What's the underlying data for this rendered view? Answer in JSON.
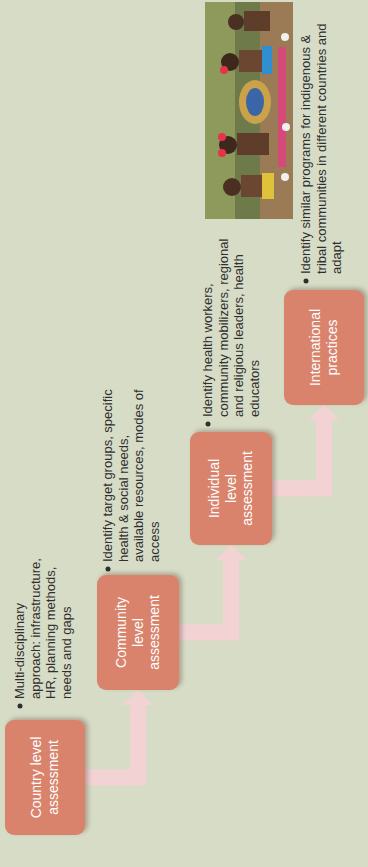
{
  "diagram": {
    "nodes": [
      {
        "text": [
          "Country level assessment"
        ]
      },
      {
        "text": [
          "Community level assessment"
        ]
      },
      {
        "text": [
          "Individual level assessment"
        ]
      },
      {
        "text": [
          "International practices"
        ]
      }
    ],
    "edges": [
      {
        "from": 0,
        "to": 1,
        "arrow": "to"
      },
      {
        "from": 1,
        "to": 2,
        "arrow": "to"
      },
      {
        "from": 2,
        "to": 3,
        "arrow": "to"
      }
    ],
    "labels": [
      "Multi-disciplinary approach: infrastructure, HR, planning methods, needs and gaps",
      "Identify target groups, specific health & social needs, available resources, modes of access",
      "Identify health workers, community mobilizers, regional and religious leaders, health educators",
      "Identify similar programs for indigenous & tribal communities in different countries and adapt"
    ]
  }
}
